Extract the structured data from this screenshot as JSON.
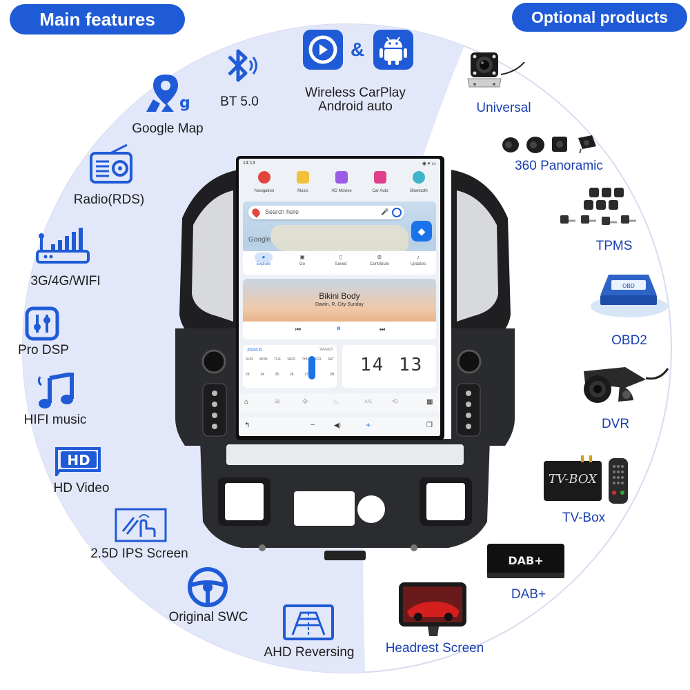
{
  "headers": {
    "main_features": "Main features",
    "optional_products": "Optional products"
  },
  "features": {
    "bt": "BT 5.0",
    "carplay_line1": "Wireless CarPlay",
    "carplay_line2": "Android auto",
    "google_map": "Google Map",
    "radio": "Radio(RDS)",
    "network": "3G/4G/WIFI",
    "dsp": "Pro DSP",
    "hifi": "HIFI music",
    "hd_video": "HD Video",
    "ips": "2.5D IPS Screen",
    "swc": "Original SWC",
    "ahd": "AHD Reversing"
  },
  "optional": {
    "universal": "Universal",
    "panoramic": "360 Panoramic",
    "tpms": "TPMS",
    "obd2": "OBD2",
    "dvr": "DVR",
    "tvbox": "TV-Box",
    "dab": "DAB+",
    "headrest": "Headrest Screen"
  },
  "device": {
    "status_time": "14:13",
    "apps": [
      "Navigation",
      "Music",
      "HD Movies",
      "Car Auto",
      "Bluetooth"
    ],
    "search_placeholder": "Search here",
    "map_brand": "Google",
    "map_tabs": [
      "Explore",
      "Go",
      "Saved",
      "Contribute",
      "Updates"
    ],
    "song_title": "Bikini Body",
    "song_artist": "Dawin, R. City  Sunday",
    "calendar_month": "2024.6",
    "calendar_week": "Week3",
    "weekdays": [
      "SUN",
      "MON",
      "TUE",
      "WED",
      "THU",
      "FRI",
      "SAT"
    ],
    "days": [
      "23",
      "24",
      "25",
      "26",
      "27",
      "28"
    ],
    "clock_hours": "14",
    "clock_minutes": "13",
    "ac_label": "A/C",
    "tvbox_brand": "TV-BOX",
    "dab_badge": "DAB+"
  },
  "colors": {
    "accent": "#1f5bd6",
    "label_blue": "#1a3fb0",
    "circle_bg": "#e3e7fa"
  }
}
